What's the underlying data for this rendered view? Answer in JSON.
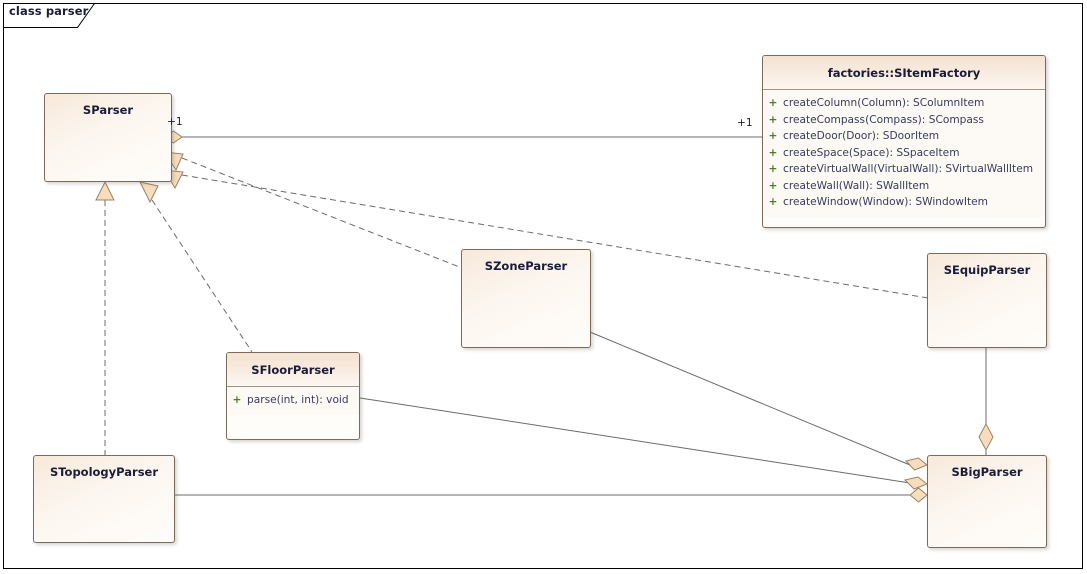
{
  "frame": {
    "label": "class parser"
  },
  "classes": [
    {
      "id": "sparser",
      "name": "SParser",
      "operations": []
    },
    {
      "id": "sitemfactory",
      "name": "factories::SItemFactory",
      "operations": [
        {
          "visibility": "+",
          "signature": "createColumn(Column): SColumnItem"
        },
        {
          "visibility": "+",
          "signature": "createCompass(Compass): SCompass"
        },
        {
          "visibility": "+",
          "signature": "createDoor(Door): SDoorItem"
        },
        {
          "visibility": "+",
          "signature": "createSpace(Space): SSpaceItem"
        },
        {
          "visibility": "+",
          "signature": "createVirtualWall(VirtualWall): SVirtualWallItem"
        },
        {
          "visibility": "+",
          "signature": "createWall(Wall): SWallItem"
        },
        {
          "visibility": "+",
          "signature": "createWindow(Window): SWindowItem"
        }
      ]
    },
    {
      "id": "szoneparser",
      "name": "SZoneParser",
      "operations": []
    },
    {
      "id": "sequipparser",
      "name": "SEquipParser",
      "operations": []
    },
    {
      "id": "sfloorparser",
      "name": "SFloorParser",
      "operations": [
        {
          "visibility": "+",
          "signature": "parse(int, int): void"
        }
      ]
    },
    {
      "id": "stopologyparser",
      "name": "STopologyParser",
      "operations": []
    },
    {
      "id": "sbigparser",
      "name": "SBigParser",
      "operations": []
    }
  ],
  "multiplicities": [
    {
      "id": "mult-sparser-factory-source",
      "text": "+1"
    },
    {
      "id": "mult-sparser-factory-target",
      "text": "+1"
    }
  ],
  "colors": {
    "box_border": "#7d6a58",
    "box_fill_light": "#fffdfa",
    "box_fill_warm": "#f3e2d2",
    "line": "#6b6b6b",
    "adornment_fill": "#f6ddbd",
    "adornment_stroke": "#9a8164",
    "title_text": "#1b1b3a",
    "visibility_text": "#4f7a2f"
  }
}
